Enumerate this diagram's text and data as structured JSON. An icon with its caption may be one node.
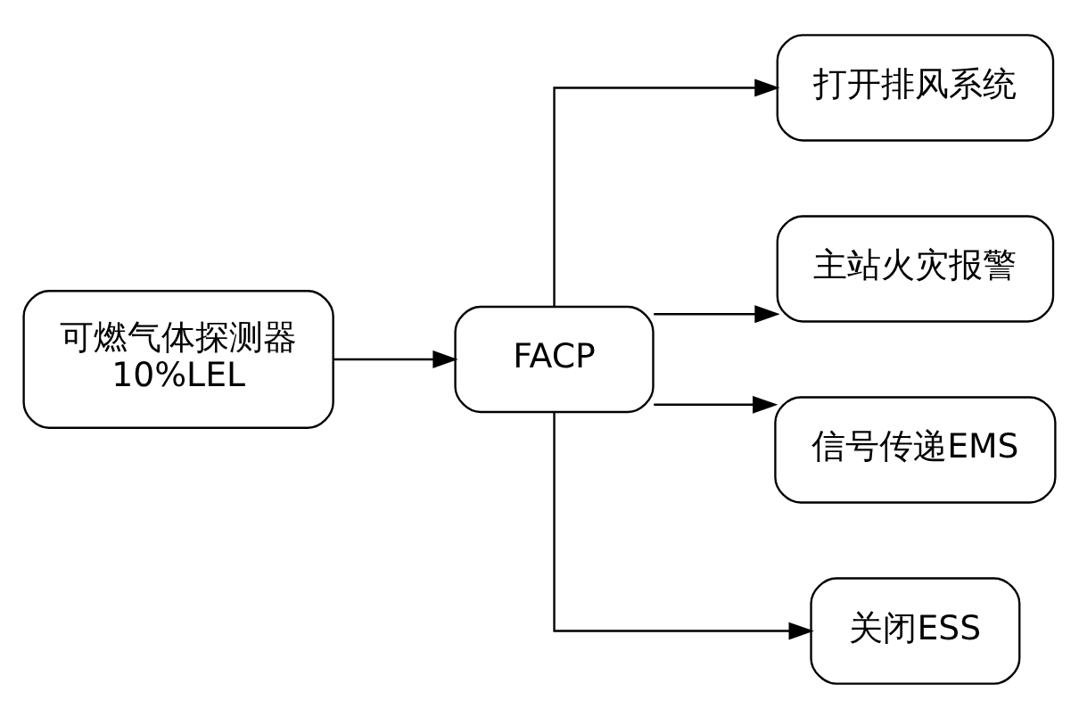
{
  "diagram": {
    "nodes": [
      {
        "text": [
          "可燃气体探测器",
          "10%LEL"
        ]
      },
      {
        "text": [
          "FACP"
        ]
      },
      {
        "text": [
          "打开排风系统"
        ]
      },
      {
        "text": [
          "主站火灾报警"
        ]
      },
      {
        "text": [
          "信号传递EMS"
        ]
      },
      {
        "text": [
          "关闭ESS"
        ]
      }
    ],
    "edges": [
      {
        "from": 0,
        "to": 1,
        "arrow": "to"
      },
      {
        "from": 1,
        "to": 2,
        "arrow": "to"
      },
      {
        "from": 1,
        "to": 3,
        "arrow": "to"
      },
      {
        "from": 1,
        "to": 4,
        "arrow": "to"
      },
      {
        "from": 1,
        "to": 5,
        "arrow": "to"
      }
    ]
  }
}
